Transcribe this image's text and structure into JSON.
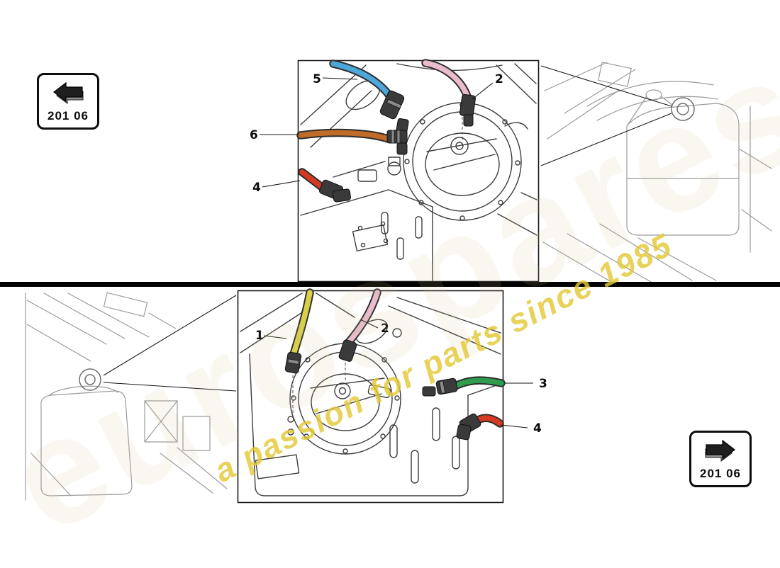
{
  "badges": {
    "top_left": {
      "code": "201 06"
    },
    "bottom_right": {
      "code": "201 06"
    }
  },
  "watermark": {
    "slogan": "a passion for parts since 1985",
    "ghost_text": "eurospares",
    "slogan_color": "#e3c834"
  },
  "colors": {
    "hose_blue": "#4da7d9",
    "hose_pink": "#e8bccd",
    "hose_orange": "#c06c28",
    "hose_red": "#d63a20",
    "hose_yellow": "#d9cf49",
    "hose_green": "#2f9c4e"
  },
  "top_diagram": {
    "callouts": [
      {
        "num": "5"
      },
      {
        "num": "2"
      },
      {
        "num": "6"
      },
      {
        "num": "4"
      }
    ]
  },
  "bottom_diagram": {
    "callouts": [
      {
        "num": "1"
      },
      {
        "num": "2"
      },
      {
        "num": "3"
      },
      {
        "num": "4"
      }
    ]
  }
}
